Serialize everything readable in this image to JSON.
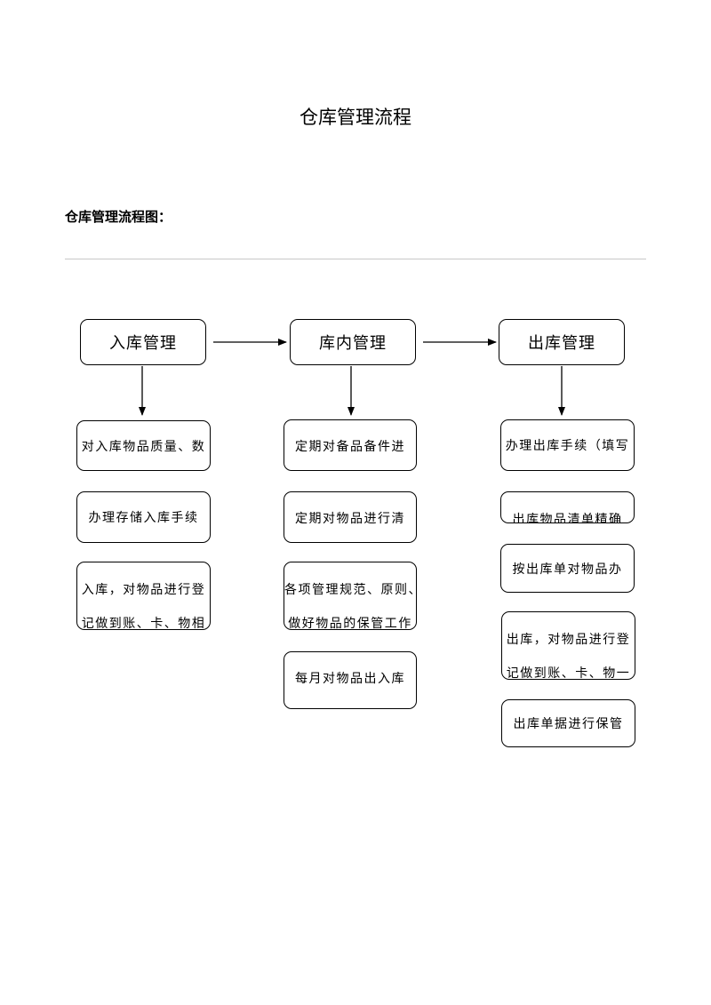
{
  "document": {
    "title": "仓库管理流程",
    "section_heading": "仓库管理流程图："
  },
  "flowchart": {
    "columns": [
      {
        "header": "入库管理",
        "steps": [
          {
            "line1": "对入库物品质量、数",
            "line2": ""
          },
          {
            "line1": "办理存储入库手续",
            "line2": ""
          },
          {
            "line1": "入库，对物品进行登",
            "line2": "记做到账、卡、物相"
          }
        ]
      },
      {
        "header": "库内管理",
        "steps": [
          {
            "line1": "定期对备品备件进",
            "line2": ""
          },
          {
            "line1": "定期对物品进行清",
            "line2": ""
          },
          {
            "line1": "各项管理规范、原则、",
            "line2": "做好物品的保管工作"
          },
          {
            "line1": "每月对物品出入库",
            "line2": ""
          }
        ]
      },
      {
        "header": "出库管理",
        "steps": [
          {
            "line1": "办理出库手续（填写",
            "line2": ""
          },
          {
            "line1": "出库物品清单精确",
            "line2": ""
          },
          {
            "line1": "按出库单对物品办",
            "line2": ""
          },
          {
            "line1": "出库，对物品进行登",
            "line2": "记做到账、卡、物一"
          },
          {
            "line1": "出库单据进行保管",
            "line2": ""
          }
        ]
      }
    ]
  }
}
